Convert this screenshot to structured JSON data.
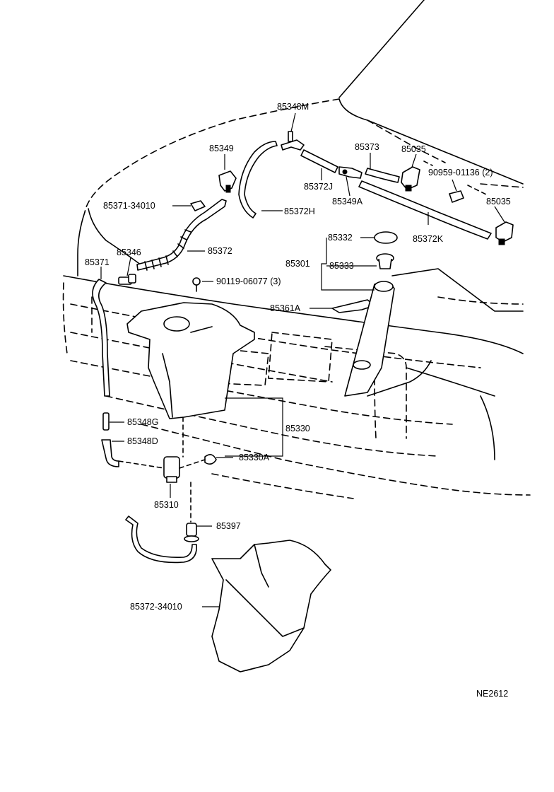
{
  "labels": {
    "p85348M": "85348M",
    "p85349": "85349",
    "p85373": "85373",
    "p85035a": "85035",
    "p90959": "90959-01136 (2)",
    "p85372J": "85372J",
    "p85349A": "85349A",
    "p85035b": "85035",
    "p85371_34010": "85371-34010",
    "p85372H": "85372H",
    "p85332": "85332",
    "p85372K": "85372K",
    "p85346": "85346",
    "p85372": "85372",
    "p85371": "85371",
    "p85301": "85301",
    "p85333": "85333",
    "p90119": "90119-06077 (3)",
    "p85361A": "85361A",
    "p85348G": "85348G",
    "p85330": "85330",
    "p85348D": "85348D",
    "p85330A": "85330A",
    "p85310": "85310",
    "p85397": "85397",
    "p85372_34010": "85372-34010",
    "code": "NE2612"
  }
}
